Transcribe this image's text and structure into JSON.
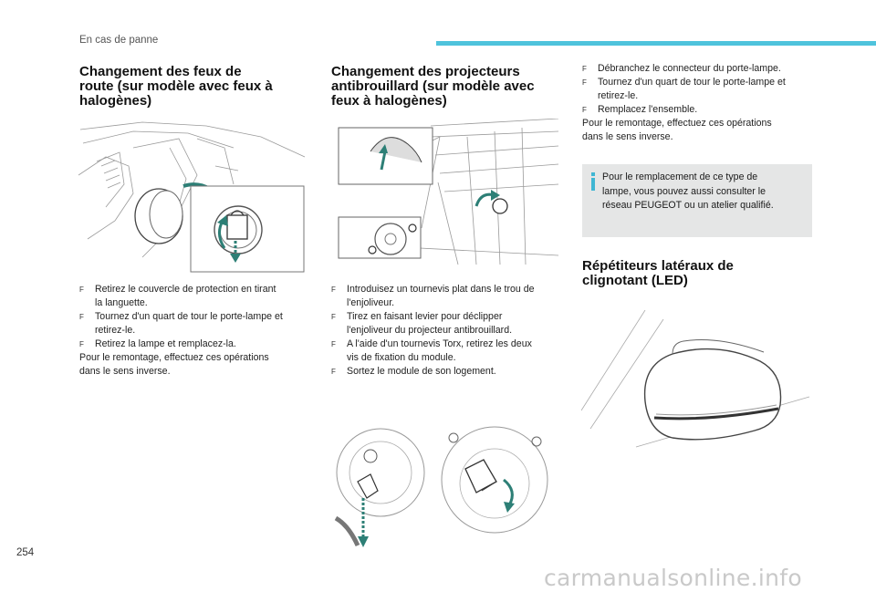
{
  "header": {
    "section": "En cas de panne",
    "accent_color": "#4fc3dc"
  },
  "col1": {
    "title_lines": [
      "Changement des feux de",
      "route (sur modèle avec feux à",
      "halogènes)"
    ],
    "bullets": [
      [
        "Retirez le couvercle de protection en tirant",
        "la languette."
      ],
      [
        "Tournez d'un quart de tour le porte-lampe et",
        "retirez-le."
      ],
      [
        "Retirez la lampe et remplacez-la."
      ]
    ],
    "paragraph": [
      "Pour le remontage, effectuez ces opérations",
      "dans le sens inverse."
    ]
  },
  "col2": {
    "title_lines": [
      "Changement des projecteurs",
      "antibrouillard (sur modèle avec",
      "feux à halogènes)"
    ],
    "bullets": [
      [
        "Introduisez un tournevis plat dans le trou de",
        "l'enjoliveur."
      ],
      [
        "Tirez en faisant levier pour déclipper",
        "l'enjoliveur du projecteur antibrouillard."
      ],
      [
        "A l'aide d'un tournevis Torx, retirez les deux",
        "vis de fixation du module."
      ],
      [
        "Sortez le module de son logement."
      ]
    ]
  },
  "col3": {
    "bullets": [
      [
        "Débranchez le connecteur du porte-lampe."
      ],
      [
        "Tournez d'un quart de tour le porte-lampe et",
        "retirez-le."
      ],
      [
        "Remplacez l'ensemble."
      ]
    ],
    "paragraph": [
      "Pour le remontage, effectuez ces opérations",
      "dans le sens inverse."
    ],
    "info_lines": [
      "Pour le remplacement de ce type de",
      "lampe, vous pouvez aussi consulter le",
      "réseau PEUGEOT ou un atelier qualifié."
    ],
    "section_title_lines": [
      "Répétiteurs latéraux de",
      "clignotant (LED)"
    ]
  },
  "bullet_glyph": "F",
  "footer": {
    "page_number": "254",
    "watermark": "carmanualsonline.info"
  }
}
